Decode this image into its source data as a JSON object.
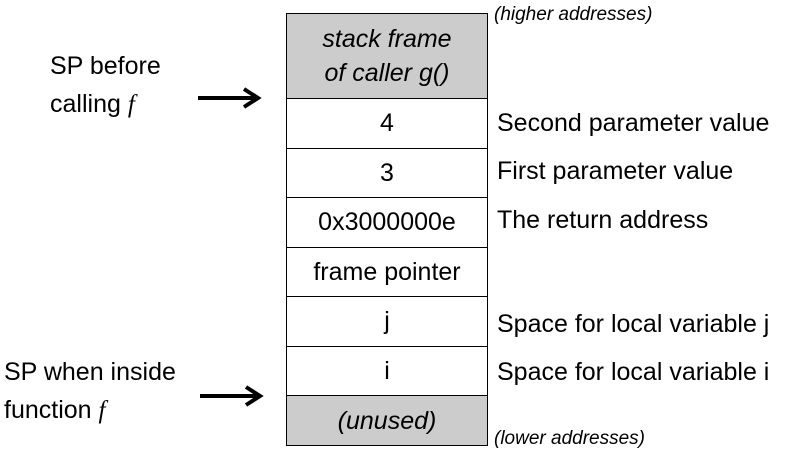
{
  "labels": {
    "higher_addresses": "(higher addresses)",
    "lower_addresses": "(lower addresses)",
    "sp_before_line1": "SP before",
    "sp_before_line2": "calling ",
    "sp_before_func": "f",
    "sp_inside_line1": "SP when inside",
    "sp_inside_line2": "function ",
    "sp_inside_func": "f"
  },
  "stack": {
    "caller_line1": "stack frame",
    "caller_line2": "of caller g()",
    "rows": [
      {
        "value": "4",
        "description": "Second parameter value"
      },
      {
        "value": "3",
        "description": "First parameter value"
      },
      {
        "value": "0x3000000e",
        "description": "The return address"
      },
      {
        "value": "frame pointer",
        "description": ""
      },
      {
        "value": "j",
        "description": "Space for local variable j"
      },
      {
        "value": "i",
        "description": "Space for local variable i"
      }
    ],
    "unused": "(unused)"
  },
  "colors": {
    "shaded_cell": "#cccccc",
    "border": "#000000"
  }
}
